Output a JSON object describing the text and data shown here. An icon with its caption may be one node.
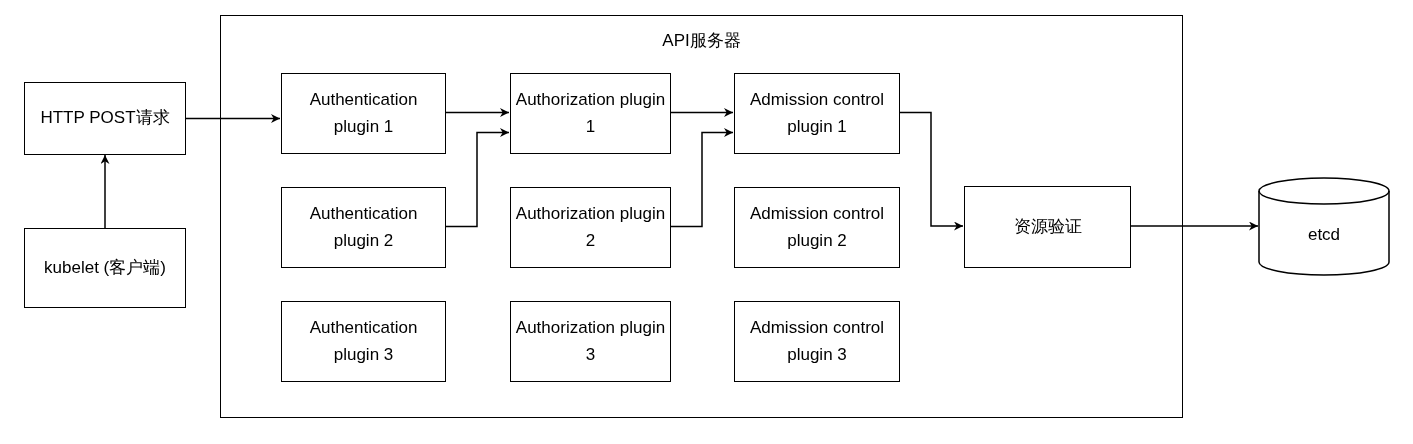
{
  "diagram": {
    "nodes": [
      {
        "text": [
          "API服务器"
        ]
      },
      {
        "text": [
          "HTTP POST请求"
        ]
      },
      {
        "text": [
          "kubelet (客户端)"
        ]
      },
      {
        "text": [
          "Authentication plugin 1"
        ],
        "in": 0
      },
      {
        "text": [
          "Authorization plugin 1"
        ],
        "in": 0
      },
      {
        "text": [
          "Admission control plugin 1"
        ],
        "in": 0
      },
      {
        "text": [
          "Authentication plugin 2"
        ],
        "in": 0
      },
      {
        "text": [
          "Authorization plugin 2"
        ],
        "in": 0
      },
      {
        "text": [
          "Admission control plugin 2"
        ],
        "in": 0
      },
      {
        "text": [
          "Authentication plugin 3"
        ],
        "in": 0
      },
      {
        "text": [
          "Authorization plugin 3"
        ],
        "in": 0
      },
      {
        "text": [
          "Admission control plugin 3"
        ],
        "in": 0
      },
      {
        "text": [
          "资源验证"
        ],
        "in": 0
      },
      {
        "text": [
          "etcd"
        ]
      }
    ],
    "edges": [
      {
        "from": 2,
        "to": 1,
        "arrow": "to"
      },
      {
        "from": 1,
        "to": 3,
        "arrow": "to"
      },
      {
        "from": 3,
        "to": 4,
        "arrow": "to"
      },
      {
        "from": 6,
        "to": 4,
        "arrow": "to"
      },
      {
        "from": 4,
        "to": 5,
        "arrow": "to"
      },
      {
        "from": 7,
        "to": 5,
        "arrow": "to"
      },
      {
        "from": 5,
        "to": 12,
        "arrow": "to"
      },
      {
        "from": 12,
        "to": 13,
        "arrow": "to"
      }
    ]
  }
}
